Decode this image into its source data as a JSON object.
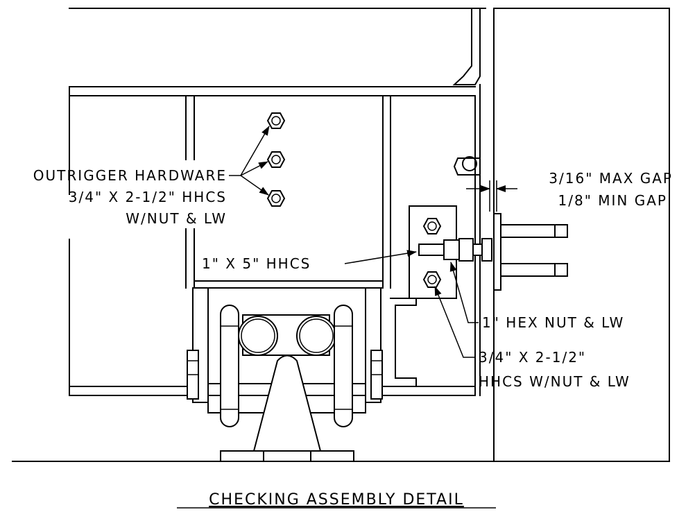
{
  "title": "CHECKING ASSEMBLY DETAIL",
  "callouts": {
    "outrigger": {
      "line1": "OUTRIGGER HARDWARE",
      "line2": "3/4\" X 2-1/2\" HHCS",
      "line3": "W/NUT & LW"
    },
    "gap": {
      "max": "3/16\" MAX GAP",
      "min": "1/8\" MIN GAP"
    },
    "bolt_1in": "1\" X 5\" HHCS",
    "hex_nut": "1\" HEX NUT & LW",
    "hhcs_34": {
      "line1": "3/4\" X 2-1/2\"",
      "line2": "HHCS W/NUT & LW"
    }
  }
}
